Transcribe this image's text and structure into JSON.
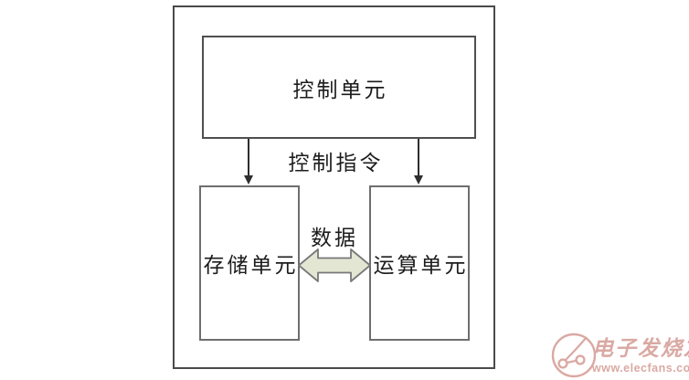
{
  "diagram": {
    "blocks": {
      "control": {
        "label": "控制单元"
      },
      "storage": {
        "label": "存储单元"
      },
      "compute": {
        "label": "运算单元"
      }
    },
    "labels": {
      "control_instructions": "控制指令",
      "data": "数据"
    }
  },
  "watermark": {
    "brand": "电子发烧友",
    "url": "www.elecfans.com"
  },
  "colors": {
    "line": "#2e2e2e",
    "box_border": "#6e6e6e",
    "frame_border": "#4a4a4a",
    "text": "#1c1c1c",
    "arrow_fill": "#e3e6d3",
    "arrow_stroke": "#787878",
    "watermark": "#c4766b",
    "background": "#ffffff"
  }
}
